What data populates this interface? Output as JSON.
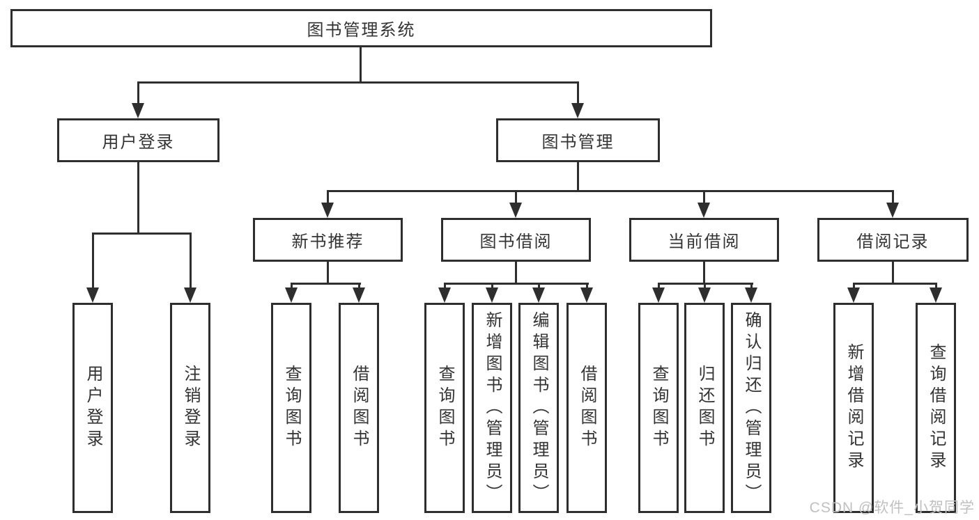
{
  "diagram_type": "hierarchy-tree",
  "colors": {
    "line": "#2e2e2e",
    "box_background": "#ffffff",
    "text": "#333333",
    "watermark": "#c0c0c0"
  },
  "watermark": {
    "text": "CSDN @软件_小贺同学"
  },
  "tree": {
    "label": "图书管理系统",
    "children": [
      {
        "label": "用户登录",
        "children": [
          {
            "label": "用户登录"
          },
          {
            "label": "注销登录"
          }
        ]
      },
      {
        "label": "图书管理",
        "children": [
          {
            "label": "新书推荐",
            "children": [
              {
                "label": "查询图书"
              },
              {
                "label": "借阅图书"
              }
            ]
          },
          {
            "label": "图书借阅",
            "children": [
              {
                "label": "查询图书"
              },
              {
                "label": "新增图书（管理员）"
              },
              {
                "label": "编辑图书（管理员）"
              },
              {
                "label": "借阅图书"
              }
            ]
          },
          {
            "label": "当前借阅",
            "children": [
              {
                "label": "查询图书"
              },
              {
                "label": "归还图书"
              },
              {
                "label": "确认归还（管理员）"
              }
            ]
          },
          {
            "label": "借阅记录",
            "children": [
              {
                "label": "新增借阅记录"
              },
              {
                "label": "查询借阅记录"
              }
            ]
          }
        ]
      }
    ]
  }
}
